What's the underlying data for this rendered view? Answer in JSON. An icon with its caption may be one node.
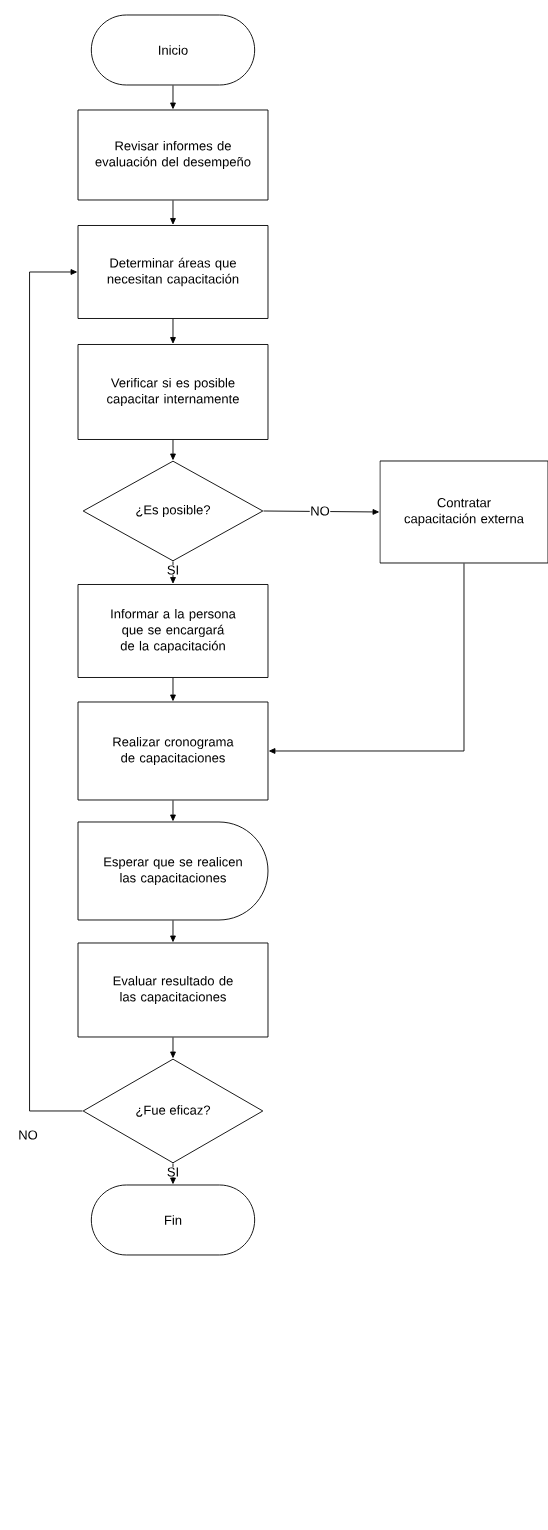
{
  "diagram": {
    "nodes": [
      {
        "text": [
          "Inicio"
        ]
      },
      {
        "text": [
          "Revisar informes de evaluación del desempeño"
        ]
      },
      {
        "text": [
          "Determinar áreas que necesitan capacitación"
        ]
      },
      {
        "text": [
          "Verificar si es posible capacitar internamente"
        ]
      },
      {
        "text": [
          "¿Es posible?"
        ]
      },
      {
        "text": [
          "Contratar capacitación externa"
        ]
      },
      {
        "text": [
          "Informar a la persona que se encargará de la capacitación"
        ]
      },
      {
        "text": [
          "Realizar cronograma de capacitaciones"
        ]
      },
      {
        "text": [
          "Esperar que se realicen las capacitaciones"
        ]
      },
      {
        "text": [
          "Evaluar resultado de las capacitaciones"
        ]
      },
      {
        "text": [
          "¿Fue eficaz?"
        ]
      },
      {
        "text": [
          "Fin"
        ]
      }
    ],
    "edges": [
      {
        "from": 0,
        "to": 1,
        "arrow": "to"
      },
      {
        "from": 1,
        "to": 2,
        "arrow": "to"
      },
      {
        "from": 2,
        "to": 3,
        "arrow": "to"
      },
      {
        "from": 3,
        "to": 4,
        "arrow": "to"
      },
      {
        "from": 4,
        "to": 5,
        "arrow": "to",
        "label": "NO"
      },
      {
        "from": 4,
        "to": 6,
        "arrow": "to",
        "label": "SI"
      },
      {
        "from": 5,
        "to": 7,
        "arrow": "to"
      },
      {
        "from": 6,
        "to": 7,
        "arrow": "to"
      },
      {
        "from": 7,
        "to": 8,
        "arrow": "to"
      },
      {
        "from": 8,
        "to": 9,
        "arrow": "to"
      },
      {
        "from": 9,
        "to": 10,
        "arrow": "to"
      },
      {
        "from": 10,
        "to": 2,
        "arrow": "to",
        "label": "NO"
      },
      {
        "from": 10,
        "to": 11,
        "arrow": "to",
        "label": "SI"
      }
    ]
  }
}
